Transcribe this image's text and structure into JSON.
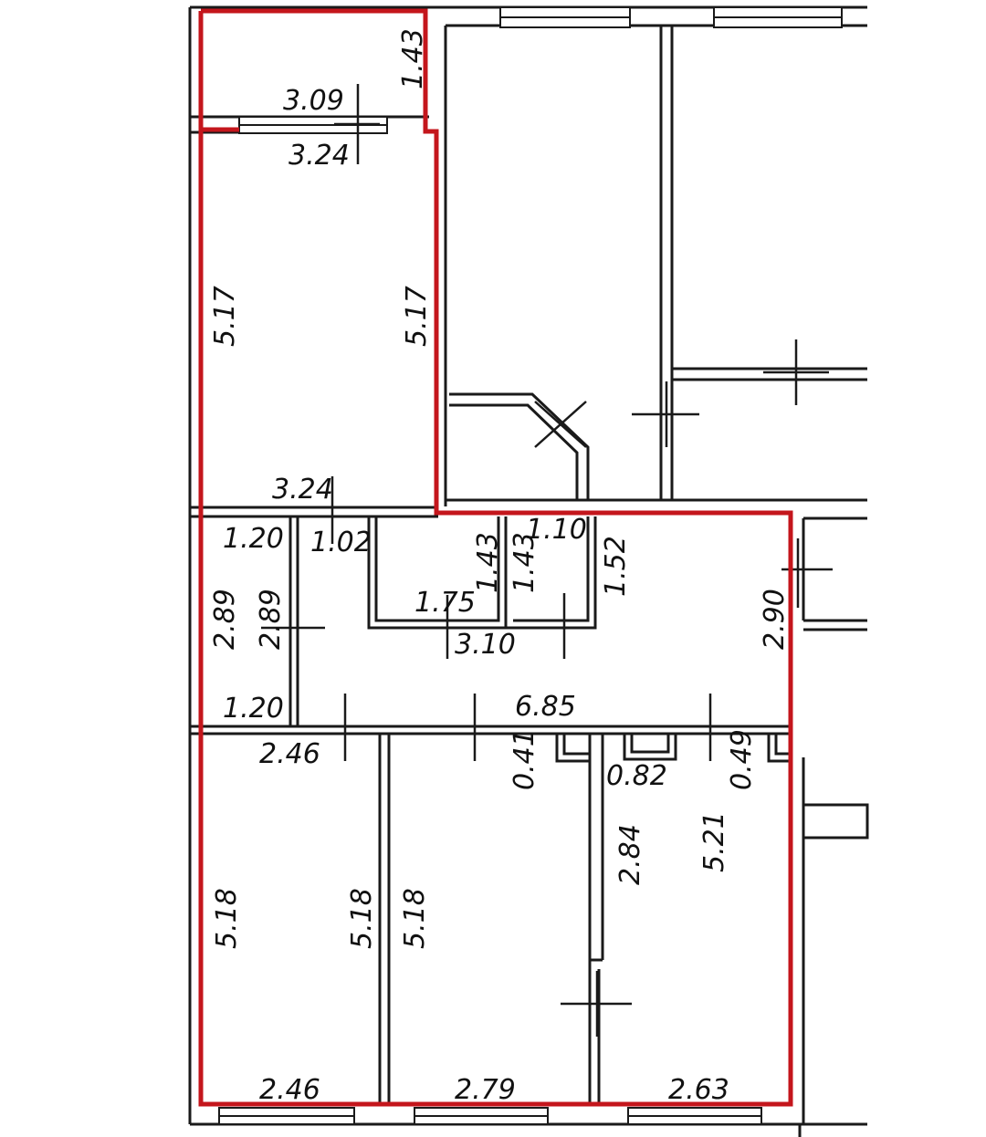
{
  "plan": {
    "dimensions": {
      "balcony_width": "3.09",
      "balcony_depth": "1.43",
      "room1_top_width": "3.24",
      "room1_left_height": "5.17",
      "room1_right_height": "5.17",
      "room1_bottom_width": "3.24",
      "closet_top_width": "1.20",
      "closet_left_height": "2.89",
      "closet_right_height": "2.89",
      "closet_bottom_width": "1.20",
      "bath_top_width": "1.02",
      "bath_right_height": "1.43",
      "wc_left_height": "1.43",
      "wc_top_width": "1.10",
      "wc_right_height": "1.52",
      "bath_bottom_width": "1.75",
      "wc_bottom_width": "3.10",
      "hall_length": "6.85",
      "hall_right_height": "2.90",
      "room2_top_width": "2.46",
      "room2_left_height": "5.18",
      "room2_right_height": "5.18",
      "room2_bottom_width": "2.46",
      "room3_left_height": "5.18",
      "room3_bottom_width": "2.79",
      "niche1_depth": "0.41",
      "niche2_width": "0.82",
      "niche3_depth": "0.49",
      "partition_height": "2.84",
      "room4_height": "5.21",
      "room4_bottom_width": "2.63"
    }
  }
}
